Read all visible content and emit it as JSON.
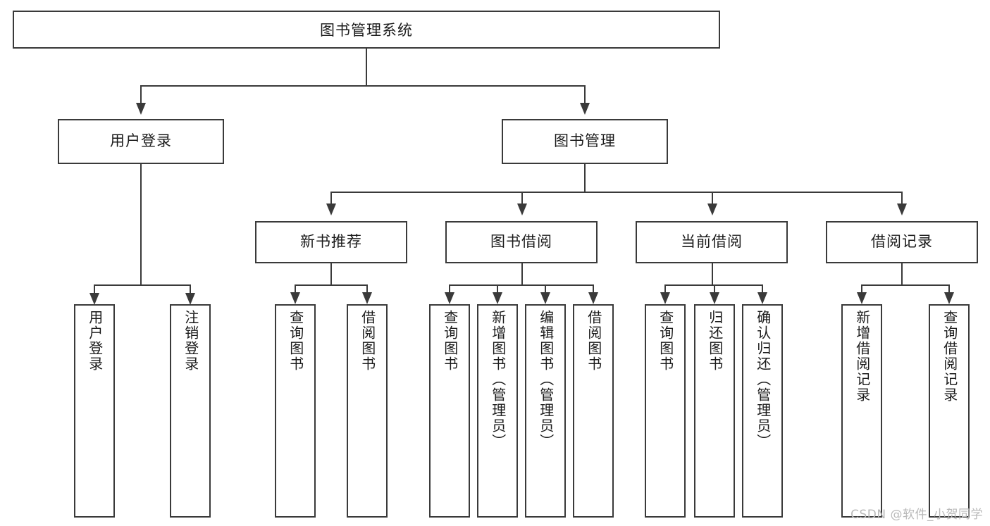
{
  "diagram": {
    "title": "图书管理系统",
    "type": "tree-hierarchy-chart",
    "accent_color": "#3a3a3a",
    "background_color": "#ffffff",
    "root": {
      "label": "图书管理系统"
    },
    "level2": [
      {
        "label": "用户登录"
      },
      {
        "label": "图书管理"
      }
    ],
    "level3": [
      {
        "label": "新书推荐"
      },
      {
        "label": "图书借阅"
      },
      {
        "label": "当前借阅"
      },
      {
        "label": "借阅记录"
      }
    ],
    "leaves": {
      "user_login": [
        {
          "label": "用户登录"
        },
        {
          "label": "注销登录"
        }
      ],
      "new_book_recommend": [
        {
          "label": "查询图书"
        },
        {
          "label": "借阅图书"
        }
      ],
      "book_borrow": [
        {
          "label": "查询图书"
        },
        {
          "label": "新增图书（管理员）"
        },
        {
          "label": "编辑图书（管理员）"
        },
        {
          "label": "借阅图书"
        }
      ],
      "current_borrow": [
        {
          "label": "查询图书"
        },
        {
          "label": "归还图书"
        },
        {
          "label": "确认归还（管理员）"
        }
      ],
      "borrow_record": [
        {
          "label": "新增借阅记录"
        },
        {
          "label": "查询借阅记录"
        }
      ]
    }
  },
  "watermark": {
    "text": "CSDN @软件_小贺同学"
  }
}
